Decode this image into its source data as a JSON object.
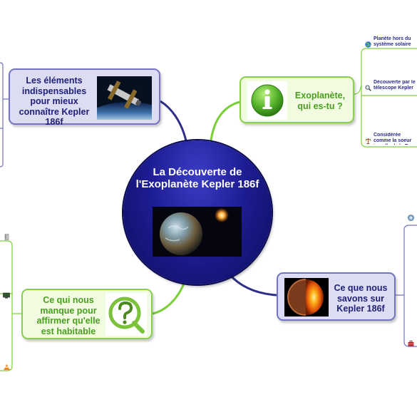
{
  "central": {
    "title": "La Découverte de l'Exoplanète Kepler 186f"
  },
  "branches": {
    "elements": {
      "label": "Les éléments indispensables pour mieux connaître Kepler 186f"
    },
    "exoplanete": {
      "label": "Exoplanète, qui es-tu ?"
    },
    "savons": {
      "label": "Ce que nous savons sur Kepler 186f"
    },
    "manque": {
      "label": "Ce qui nous manque pour affirmer qu'elle est habitable"
    }
  },
  "exoplanete_leaves": [
    {
      "label": "Planète hors du système solaire",
      "icon": "globe-icon"
    },
    {
      "label": "Découverte par le télescope Kepler",
      "icon": "magnifier-icon"
    },
    {
      "label": "Considérée comme la soeur jumelle de la Terre",
      "icon": "scales-icon"
    }
  ],
  "colors": {
    "central_fill": "#1d1d94",
    "blue_branch_border": "#7373c0",
    "blue_branch_fill": "#dcdcf3",
    "green_branch_border": "#86d04a",
    "green_branch_fill": "#f0fbdf",
    "blue_link": "#2f2f88",
    "green_link": "#7ccf3a"
  }
}
